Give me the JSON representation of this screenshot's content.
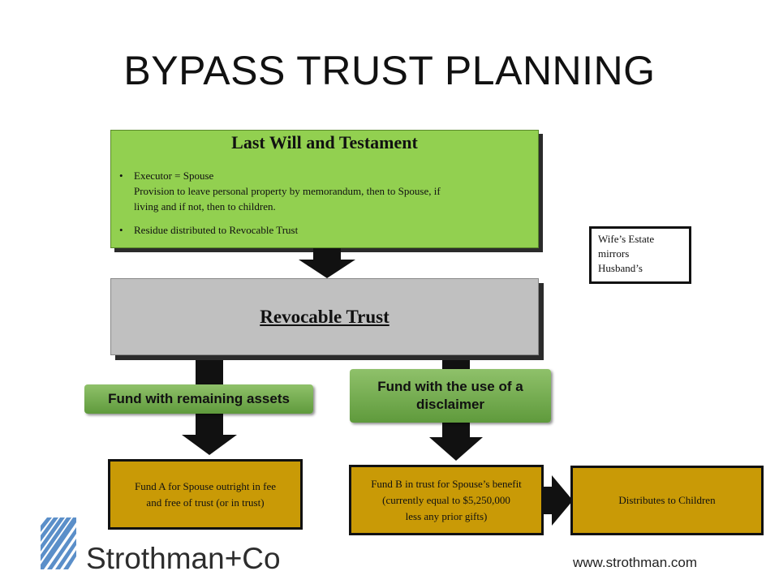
{
  "title": "BYPASS TRUST PLANNING",
  "will": {
    "title": "Last Will and Testament",
    "bullet1_line1": "Executor = Spouse",
    "bullet1_line2": "Provision to leave personal property by memorandum,  then to Spouse, if",
    "bullet1_line3": "living and if not,  then to children.",
    "bullet2": "Residue distributed to Revocable Trust",
    "bullet_glyph": "•"
  },
  "revocable": {
    "label": "Revocable Trust"
  },
  "wife_note": {
    "line1": "Wife’s Estate",
    "line2": "mirrors",
    "line3": "Husband’s"
  },
  "labels": {
    "fund_remaining": "Fund with remaining assets",
    "fund_disclaimer": "Fund with the use of a disclaimer"
  },
  "fund_a": {
    "line1": "Fund A for Spouse outright in fee",
    "line2": "and free of trust (or in trust)"
  },
  "fund_b": {
    "line1": "Fund B in trust for Spouse’s benefit",
    "line2": "(currently equal to $5,250,000",
    "line3": "less any prior gifts)"
  },
  "distributes": {
    "label": "Distributes to Children"
  },
  "footer": {
    "logo": "Strothman+Co",
    "website": "www.strothman.com"
  },
  "colors": {
    "green_box": "#92d050",
    "gray_box": "#c0c0c0",
    "gold_box": "#c99a06",
    "logo_blue": "#5b8fc9"
  }
}
